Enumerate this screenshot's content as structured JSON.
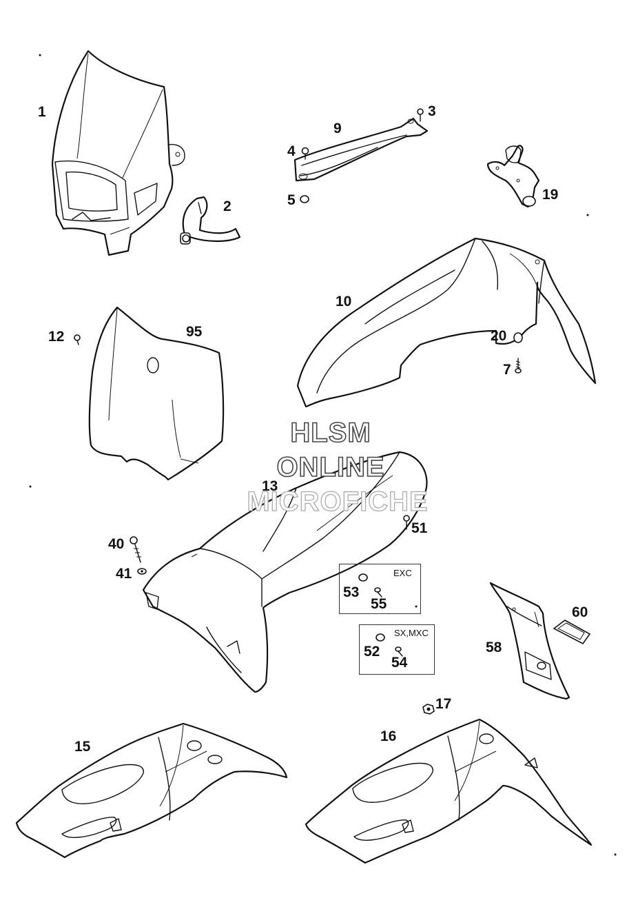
{
  "watermark": {
    "line1": "HLSM",
    "line2": "ONLINE",
    "line3": "MICROFICHE"
  },
  "callouts": {
    "p1": "1",
    "p2": "2",
    "p3": "3",
    "p4": "4",
    "p5": "5",
    "p7": "7",
    "p9": "9",
    "p10": "10",
    "p12": "12",
    "p13": "13",
    "p15": "15",
    "p16": "16",
    "p17": "17",
    "p19": "19",
    "p20": "20",
    "p40": "40",
    "p41": "41",
    "p51": "51",
    "p52": "52",
    "p53": "53",
    "p54": "54",
    "p55": "55",
    "p58": "58",
    "p60": "60",
    "p95": "95"
  },
  "kit_boxes": {
    "exc": "EXC",
    "sx_mxc": "SX,MXC"
  }
}
